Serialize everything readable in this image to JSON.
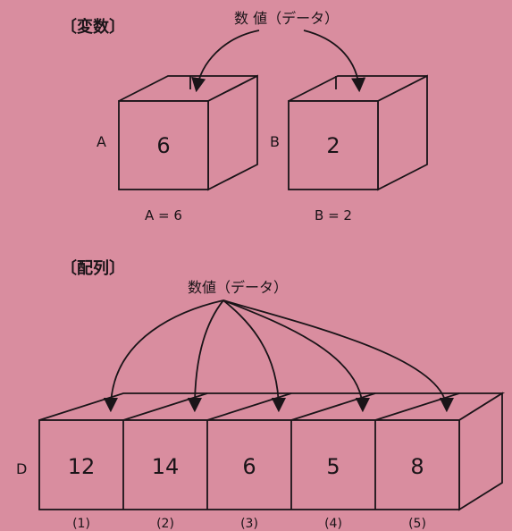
{
  "variables": {
    "title": "〔変数〕",
    "data_label": "数 値（データ）",
    "boxes": [
      {
        "name": "A",
        "value": "6",
        "equation": "A = 6"
      },
      {
        "name": "B",
        "value": "2",
        "equation": "B = 2"
      }
    ]
  },
  "array": {
    "title": "〔配列〕",
    "data_label": "数値（データ）",
    "name": "D",
    "cells": [
      {
        "value": "12",
        "index": "(1)"
      },
      {
        "value": "14",
        "index": "(2)"
      },
      {
        "value": "6",
        "index": "(3)"
      },
      {
        "value": "5",
        "index": "(4)"
      },
      {
        "value": "8",
        "index": "(5)"
      }
    ]
  }
}
